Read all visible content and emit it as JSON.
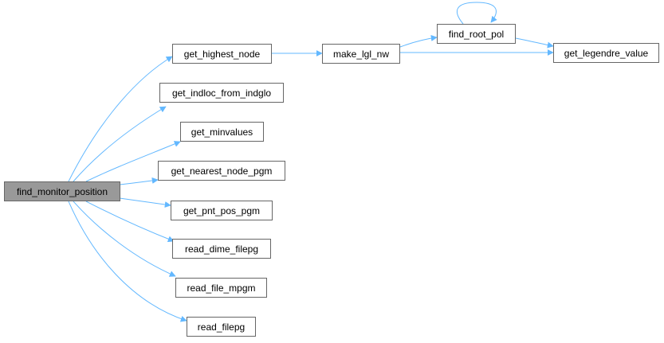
{
  "graph": {
    "root": "find_monitor_position",
    "nodes": {
      "find_monitor_position": "find_monitor_position",
      "get_highest_node": "get_highest_node",
      "get_indloc_from_indglo": "get_indloc_from_indglo",
      "get_minvalues": "get_minvalues",
      "get_nearest_node_pgm": "get_nearest_node_pgm",
      "get_pnt_pos_pgm": "get_pnt_pos_pgm",
      "read_dime_filepg": "read_dime_filepg",
      "read_file_mpgm": "read_file_mpgm",
      "read_filepg": "read_filepg",
      "make_lgl_nw": "make_lgl_nw",
      "find_root_pol": "find_root_pol",
      "get_legendre_value": "get_legendre_value"
    },
    "edges": [
      [
        "find_monitor_position",
        "get_highest_node"
      ],
      [
        "find_monitor_position",
        "get_indloc_from_indglo"
      ],
      [
        "find_monitor_position",
        "get_minvalues"
      ],
      [
        "find_monitor_position",
        "get_nearest_node_pgm"
      ],
      [
        "find_monitor_position",
        "get_pnt_pos_pgm"
      ],
      [
        "find_monitor_position",
        "read_dime_filepg"
      ],
      [
        "find_monitor_position",
        "read_file_mpgm"
      ],
      [
        "find_monitor_position",
        "read_filepg"
      ],
      [
        "get_highest_node",
        "make_lgl_nw"
      ],
      [
        "make_lgl_nw",
        "find_root_pol"
      ],
      [
        "make_lgl_nw",
        "get_legendre_value"
      ],
      [
        "find_root_pol",
        "get_legendre_value"
      ],
      [
        "find_root_pol",
        "find_root_pol"
      ]
    ],
    "colors": {
      "edge": "#63b8ff",
      "node_border": "#666666",
      "root_fill": "#999999",
      "node_fill": "#ffffff"
    }
  }
}
